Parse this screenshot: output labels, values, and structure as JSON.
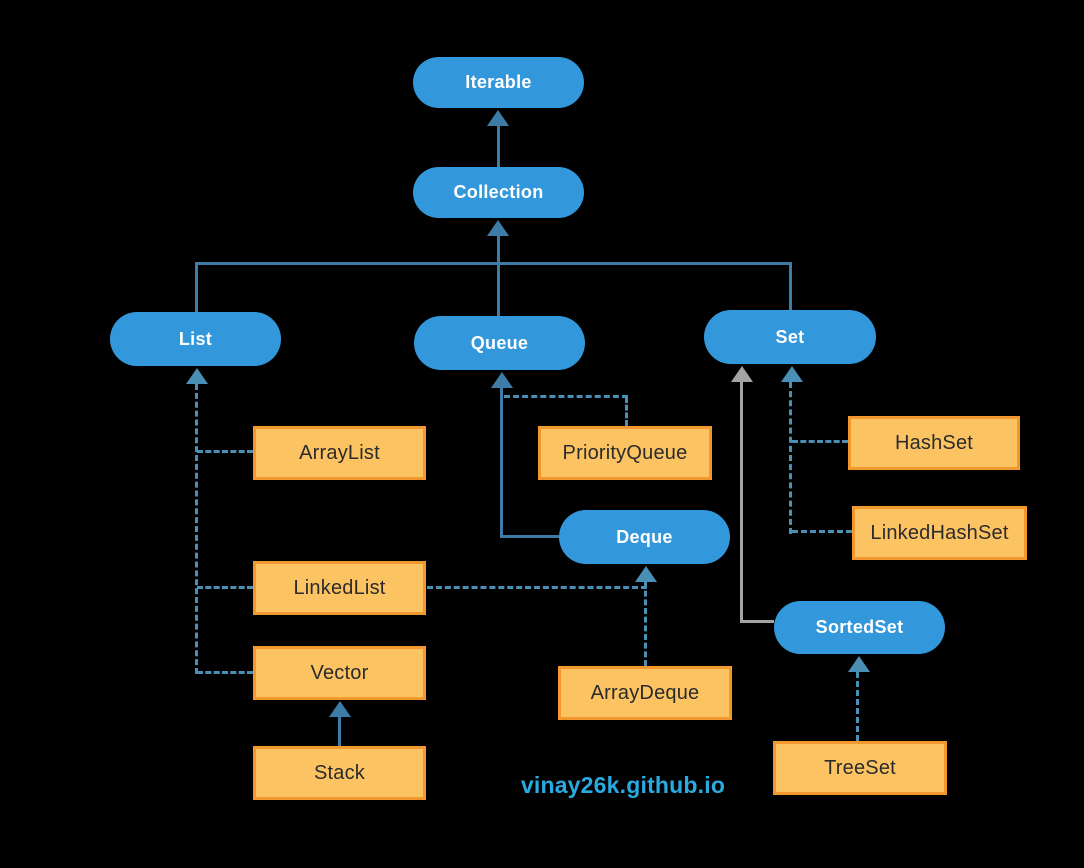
{
  "nodes": {
    "iterable": "Iterable",
    "collection": "Collection",
    "list": "List",
    "queue": "Queue",
    "set": "Set",
    "deque": "Deque",
    "sortedset": "SortedSet",
    "arraylist": "ArrayList",
    "priorityqueue": "PriorityQueue",
    "hashset": "HashSet",
    "linkedhashset": "LinkedHashSet",
    "linkedlist": "LinkedList",
    "vector": "Vector",
    "arraydeque": "ArrayDeque",
    "stack": "Stack",
    "treeset": "TreeSet"
  },
  "watermark": {
    "text": "vinay26k.github.io"
  },
  "colors": {
    "interface_fill": "#3398DB",
    "class_fill": "#FCC363",
    "class_border": "#F2982E",
    "connector": "#3D7CA6",
    "connector_dashed": "#4A8FB5",
    "connector_gray": "#A3A3A3",
    "watermark": "#29ABE2",
    "background": "#000000"
  }
}
